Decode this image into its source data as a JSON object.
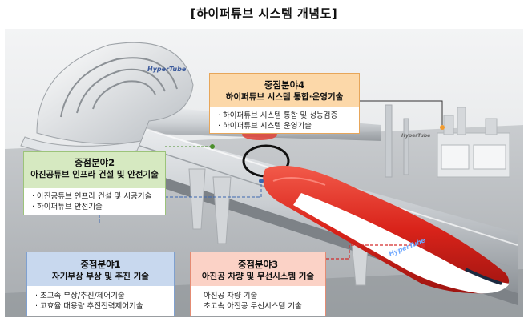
{
  "title": "[하이퍼튜브 시스템 개념도]",
  "areas": {
    "area4": {
      "heading": "중점분야4",
      "subheading": "하이퍼튜브 시스템 통합·운영기술",
      "items": [
        "하이퍼튜브 시스템 통합 및 성능검증",
        "하이퍼튜브 시스템 운영기술"
      ],
      "color": "#fcd8a9"
    },
    "area2": {
      "heading": "중점분야2",
      "subheading": "아진공튜브 인프라 건설 및 안전기술",
      "items": [
        "아진공튜브 인프라 건설 및 시공기술",
        "하이퍼튜브 안전기술"
      ],
      "color": "#d6e9c1"
    },
    "area1": {
      "heading": "중점분야1",
      "subheading": "자기부상 부상 및 추진 기술",
      "items": [
        "초고속 부상/추진/제어기술",
        "고효율 대용량 추진전력제어기술"
      ],
      "color": "#c8d8ee"
    },
    "area3": {
      "heading": "중점분야3",
      "subheading": "아진공 차량 및 무선시스템 기술",
      "items": [
        "아진공 차량 기술",
        "초고속 아진공 무선시스템 기술"
      ],
      "color": "#fbd2c6"
    }
  },
  "scene_labels": {
    "station_logo": "HyperTube",
    "vehicle_logo": "HyperTube",
    "plant_logo": "HyperTube"
  }
}
